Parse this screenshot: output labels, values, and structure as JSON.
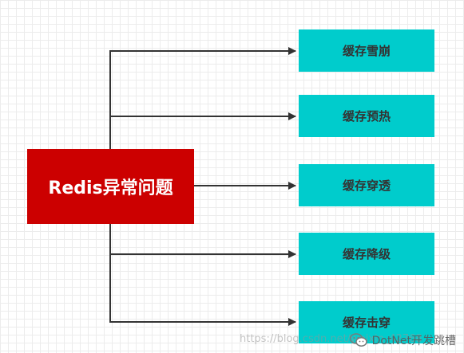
{
  "diagram": {
    "root": {
      "label": "Redis异常问题"
    },
    "children": [
      {
        "label": "缓存雪崩"
      },
      {
        "label": "缓存预热"
      },
      {
        "label": "缓存穿透"
      },
      {
        "label": "缓存降级"
      },
      {
        "label": "缓存击穿"
      }
    ],
    "colors": {
      "root_fill": "#cc0000",
      "child_fill": "#00cccc",
      "connector": "#333333"
    }
  },
  "watermark": {
    "url": "https://blog.csdn.net/weixin_42768",
    "brand": "DotNet开发跳槽"
  }
}
